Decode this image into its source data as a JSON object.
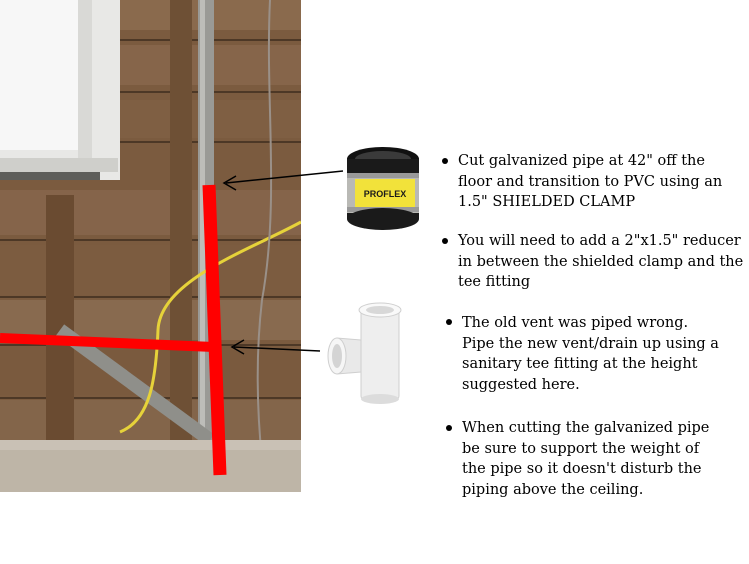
{
  "notes": [
    "Cut galvanized pipe at 42\" off the\nfloor and transition to PVC using an\n1.5\" SHIELDED CLAMP",
    "You will need to add a 2\"x1.5\" reducer\nin between the shielded clamp and the\ntee fitting",
    "The old vent was piped wrong.\nPipe the new vent/drain up using a\nsanitary tee fitting at the height\nsuggested here.",
    "When cutting the galvanized pipe\nbe sure to support the weight of\nthe pipe so it doesn't disturb the\npiping above the ceiling."
  ],
  "clamp_label": "PROFLEX",
  "colors": {
    "markup": "#ff0000",
    "wood": "#7a5a3e",
    "pvc": "#f2f2f2"
  }
}
